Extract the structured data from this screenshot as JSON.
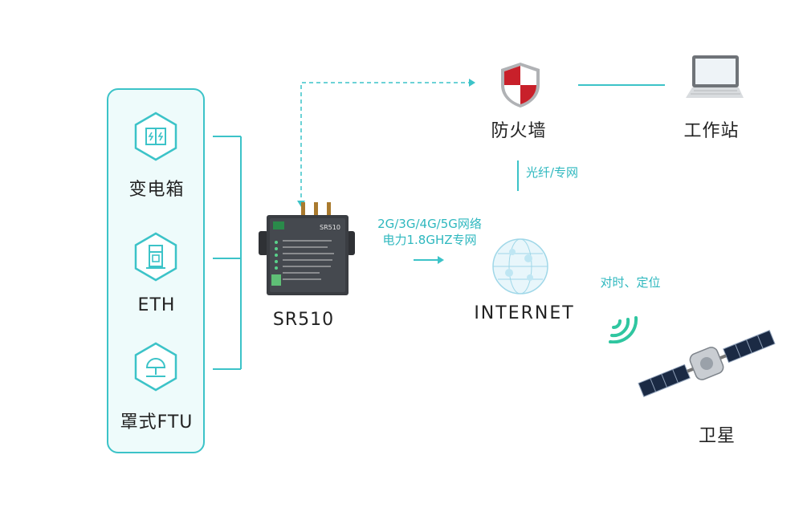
{
  "devices": [
    {
      "label": "变电箱",
      "icon": "cabinet-icon"
    },
    {
      "label": "ETH",
      "icon": "ethernet-device-icon"
    },
    {
      "label": "罩式FTU",
      "icon": "ftu-icon"
    }
  ],
  "router": {
    "label": "SR510",
    "icon": "router-icon"
  },
  "network_label_line1": "2G/3G/4G/5G网络",
  "network_label_line2": "电力1.8GHZ专网",
  "firewall": {
    "label": "防火墙",
    "icon": "firewall-shield-icon"
  },
  "workstation": {
    "label": "工作站",
    "icon": "laptop-icon"
  },
  "fiber_label": "光纤/专网",
  "internet": {
    "label": "INTERNET",
    "icon": "globe-icon"
  },
  "timing_label": "对时、定位",
  "satellite": {
    "label": "卫星",
    "icon": "satellite-icon"
  },
  "colors": {
    "accent": "#3cc3c8",
    "text": "#222222",
    "shield_red": "#c8202a"
  }
}
